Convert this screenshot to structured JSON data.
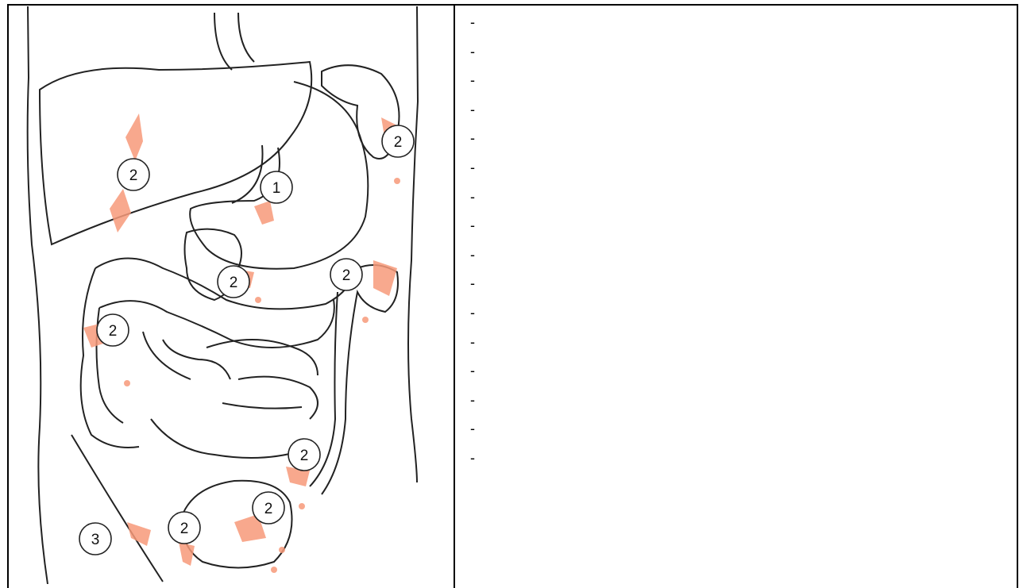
{
  "diagram": {
    "markers": [
      {
        "id": "m-stomach",
        "label": "1"
      },
      {
        "id": "m-spleen",
        "label": "2"
      },
      {
        "id": "m-liver",
        "label": "2"
      },
      {
        "id": "m-duodenum",
        "label": "2"
      },
      {
        "id": "m-descending-colon",
        "label": "2"
      },
      {
        "id": "m-ascending-colon",
        "label": "2"
      },
      {
        "id": "m-sigmoid",
        "label": "2"
      },
      {
        "id": "m-bladder-right",
        "label": "2"
      },
      {
        "id": "m-bladder-left",
        "label": "2"
      },
      {
        "id": "m-groin",
        "label": "3"
      }
    ]
  },
  "notes": {
    "lines": [
      "-",
      "-",
      "-",
      "-",
      "-",
      "-",
      "-",
      "-",
      "-",
      "-",
      "-",
      "-",
      "-",
      "-",
      "-",
      "-"
    ]
  }
}
